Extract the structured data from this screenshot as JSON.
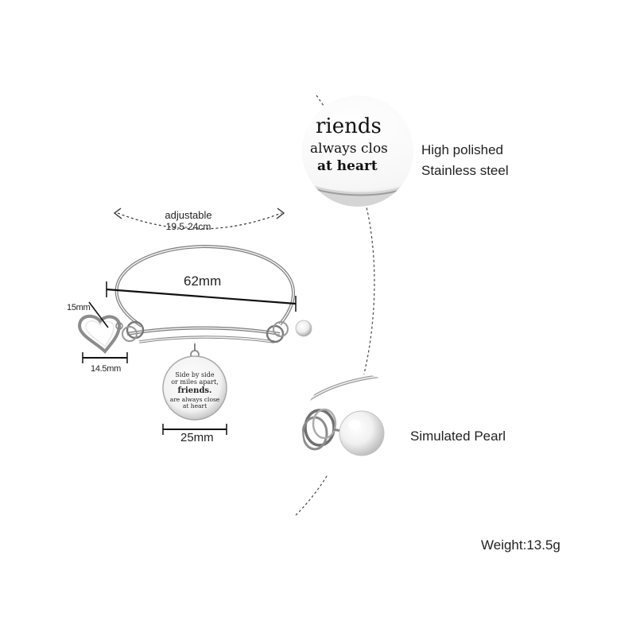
{
  "dimensions": {
    "adjustable_label": "adjustable",
    "adjustable_range": "19.5-24cm",
    "bangle_diameter": "62mm",
    "heart_height": "15mm",
    "heart_width": "14.5mm",
    "tag_diameter": "25mm"
  },
  "pendant_engraving": {
    "line1": "Side by side",
    "line2": "or miles apart,",
    "line3": "friends.",
    "line4": "are always close",
    "line5": "at heart"
  },
  "zoom_engraving": {
    "line1": "riends",
    "line2": "always clos",
    "line3": "at heart"
  },
  "features": {
    "finish_line1": "High polished",
    "finish_line2": "Stainless steel",
    "pearl": "Simulated Pearl"
  },
  "weight": "Weight:13.5g",
  "colors": {
    "metal_light": "#f4f4f4",
    "metal_dark": "#8a8a8a",
    "text": "#222222",
    "background": "#ffffff"
  },
  "icons": {
    "bangle": "bangle-bracelet",
    "heart": "heart-charm",
    "pearl": "pearl-bead",
    "tag": "round-tag"
  }
}
